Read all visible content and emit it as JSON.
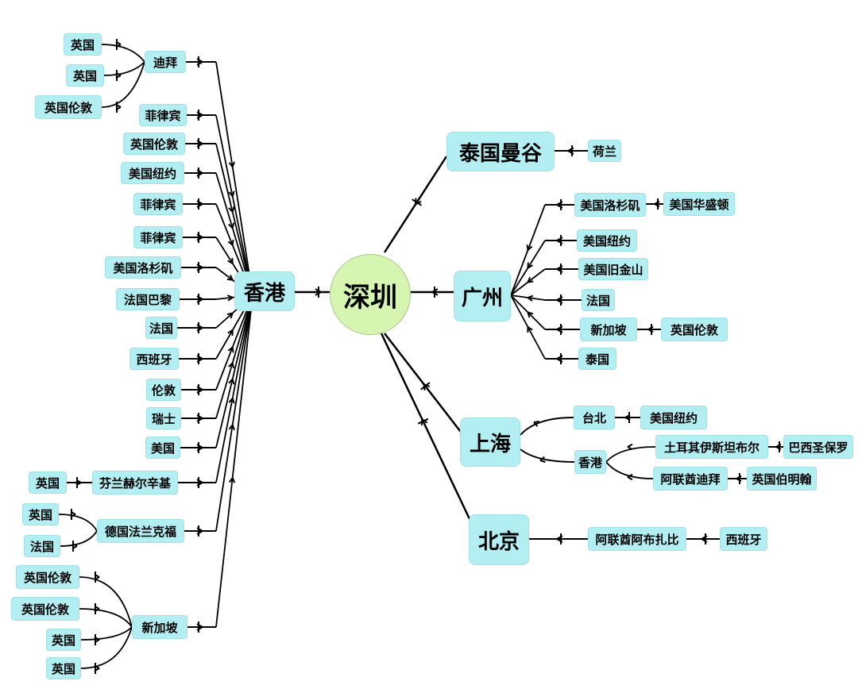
{
  "root": "深圳",
  "hubs": {
    "hongkong": {
      "label": "香港",
      "children": [
        {
          "label": "迪拜",
          "children": [
            {
              "label": "英国"
            },
            {
              "label": "英国"
            },
            {
              "label": "英国伦敦"
            }
          ]
        },
        {
          "label": "菲律宾"
        },
        {
          "label": "英国伦敦"
        },
        {
          "label": "美国纽约"
        },
        {
          "label": "菲律宾"
        },
        {
          "label": "菲律宾"
        },
        {
          "label": "美国洛杉矶"
        },
        {
          "label": "法国巴黎"
        },
        {
          "label": "法国"
        },
        {
          "label": "西班牙"
        },
        {
          "label": "伦敦"
        },
        {
          "label": "瑞士"
        },
        {
          "label": "美国"
        },
        {
          "label": "芬兰赫尔辛基",
          "children": [
            {
              "label": "英国"
            }
          ]
        },
        {
          "label": "德国法兰克福",
          "children": [
            {
              "label": "英国"
            },
            {
              "label": "法国"
            }
          ]
        },
        {
          "label": "新加坡",
          "children": [
            {
              "label": "英国伦敦"
            },
            {
              "label": "英国伦敦"
            },
            {
              "label": "英国"
            },
            {
              "label": "英国"
            }
          ]
        }
      ]
    },
    "bangkok": {
      "label": "泰国曼谷",
      "children": [
        {
          "label": "荷兰"
        }
      ]
    },
    "guangzhou": {
      "label": "广州",
      "children": [
        {
          "label": "美国洛杉矶",
          "children": [
            {
              "label": "美国华盛顿"
            }
          ]
        },
        {
          "label": "美国纽约"
        },
        {
          "label": "美国旧金山"
        },
        {
          "label": "法国"
        },
        {
          "label": "新加坡",
          "children": [
            {
              "label": "英国伦敦"
            }
          ]
        },
        {
          "label": "泰国"
        }
      ]
    },
    "shanghai": {
      "label": "上海",
      "children": [
        {
          "label": "台北",
          "children": [
            {
              "label": "美国纽约"
            }
          ]
        },
        {
          "label": "香港",
          "children": [
            {
              "label": "土耳其伊斯坦布尔",
              "children": [
                {
                  "label": "巴西圣保罗"
                }
              ]
            },
            {
              "label": "阿联酋迪拜",
              "children": [
                {
                  "label": "英国伯明翰"
                }
              ]
            }
          ]
        }
      ]
    },
    "beijing": {
      "label": "北京",
      "children": [
        {
          "label": "阿联酋阿布扎比",
          "children": [
            {
              "label": "西班牙"
            }
          ]
        }
      ]
    }
  },
  "colors": {
    "node_fill": "#b3eef3",
    "root_fill": "#d6f5b0",
    "line": "#000000"
  }
}
